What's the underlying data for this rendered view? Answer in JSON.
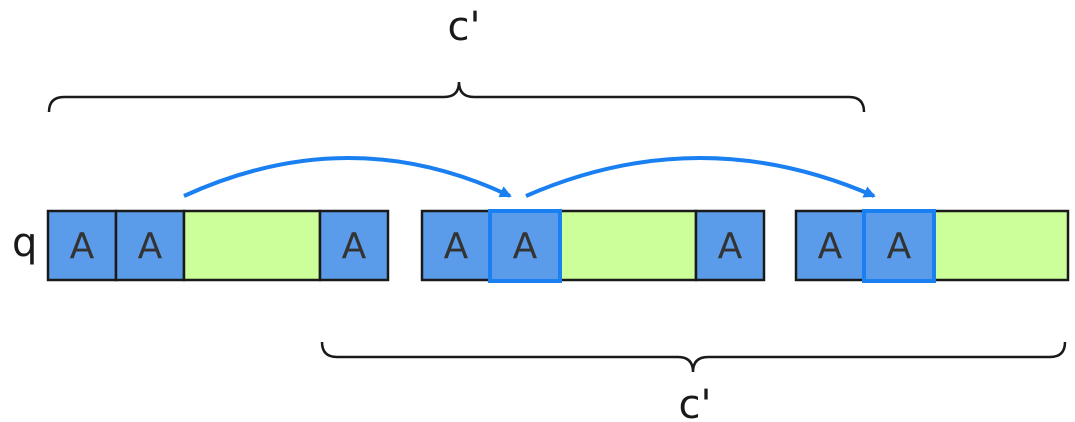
{
  "labels": {
    "top_brace": "c'",
    "bottom_brace": "c'",
    "row": "q"
  },
  "colors": {
    "symbol_fill": "#5b9cea",
    "empty_fill": "#ccff99",
    "outline": "#1a1a1a",
    "highlight": "#1a7ff0",
    "arrow": "#1a7ff0"
  },
  "segments": [
    {
      "cells": [
        "A",
        "A",
        "",
        "A"
      ]
    },
    {
      "cells": [
        "A",
        "A",
        "",
        "A"
      ]
    },
    {
      "cells": [
        "A",
        "A",
        ""
      ]
    }
  ]
}
